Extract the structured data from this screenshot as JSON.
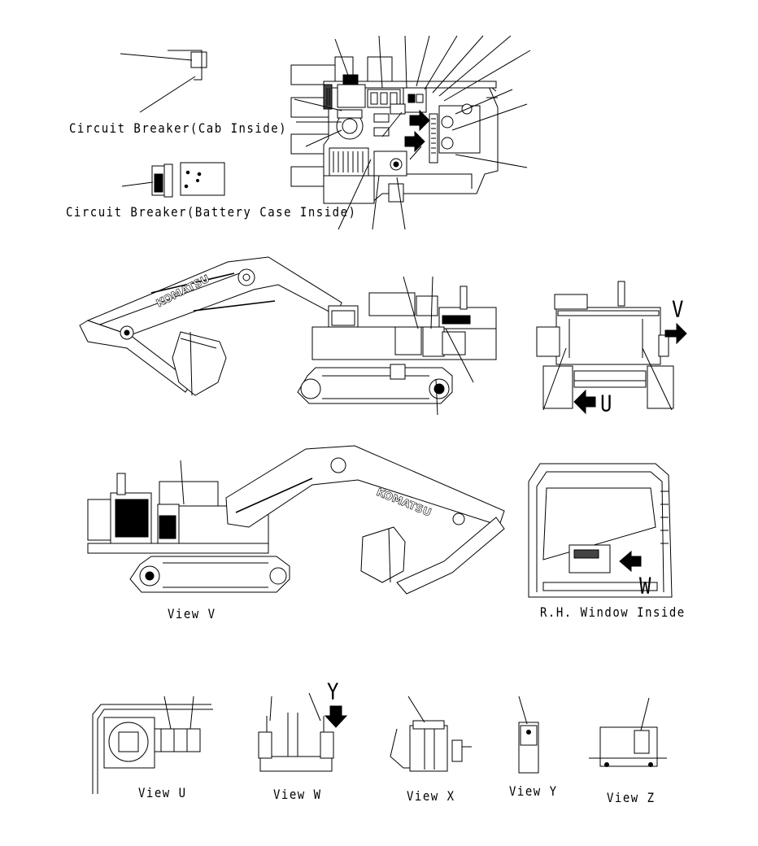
{
  "labels": {
    "circuit_breaker_cab": "Circuit Breaker(Cab Inside)",
    "circuit_breaker_battery": "Circuit Breaker(Battery Case Inside)",
    "view_v": "View V",
    "rh_window_inside": "R.H. Window Inside",
    "view_u": "View U",
    "view_w": "View W",
    "view_x": "View X",
    "view_y": "View Y",
    "view_z": "View Z"
  },
  "view_markers": {
    "v": "V",
    "u": "U",
    "w": "W",
    "y": "Y"
  },
  "brand_text": "KOMATSU",
  "icons": [
    "arrow-right-icon",
    "arrow-left-icon",
    "arrow-down-icon"
  ],
  "colors": {
    "line": "#000000",
    "background": "#ffffff"
  }
}
